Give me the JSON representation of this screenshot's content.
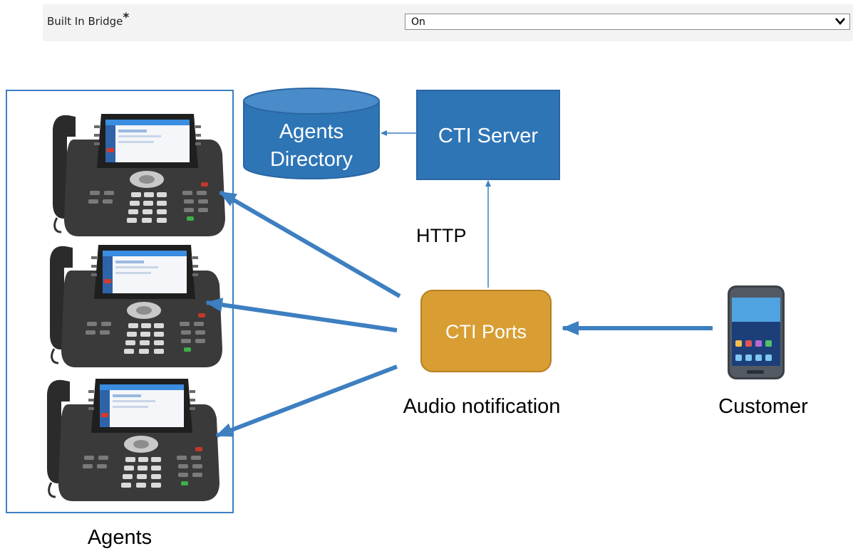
{
  "setting": {
    "label": "Built In Bridge",
    "required_mark": "*",
    "selected_value": "On"
  },
  "diagram": {
    "nodes": {
      "agents_directory": {
        "line1": "Agents",
        "line2": "Directory",
        "shape": "cylinder",
        "fill": "#2e75b6"
      },
      "cti_server": {
        "label": "CTI Server",
        "shape": "rectangle",
        "fill": "#2e75b6"
      },
      "cti_ports": {
        "label": "CTI Ports",
        "shape": "rounded-rectangle",
        "fill": "#d89e34"
      },
      "customer": {
        "label": "Customer",
        "icon": "smartphone-icon"
      },
      "agents": {
        "label": "Agents",
        "icon": "ip-phone-icon",
        "phone_count": 3
      }
    },
    "edge_labels": {
      "http": "HTTP",
      "audio_notification": "Audio notification"
    },
    "edges": [
      {
        "from": "cti_server",
        "to": "agents_directory"
      },
      {
        "from": "cti_ports",
        "to": "cti_server",
        "label": "HTTP"
      },
      {
        "from": "customer",
        "to": "cti_ports"
      },
      {
        "from": "cti_ports",
        "to": "agents"
      }
    ],
    "colors": {
      "accent": "#2e75b6",
      "ports": "#d89e34",
      "arrow": "#3d7fc1"
    }
  }
}
